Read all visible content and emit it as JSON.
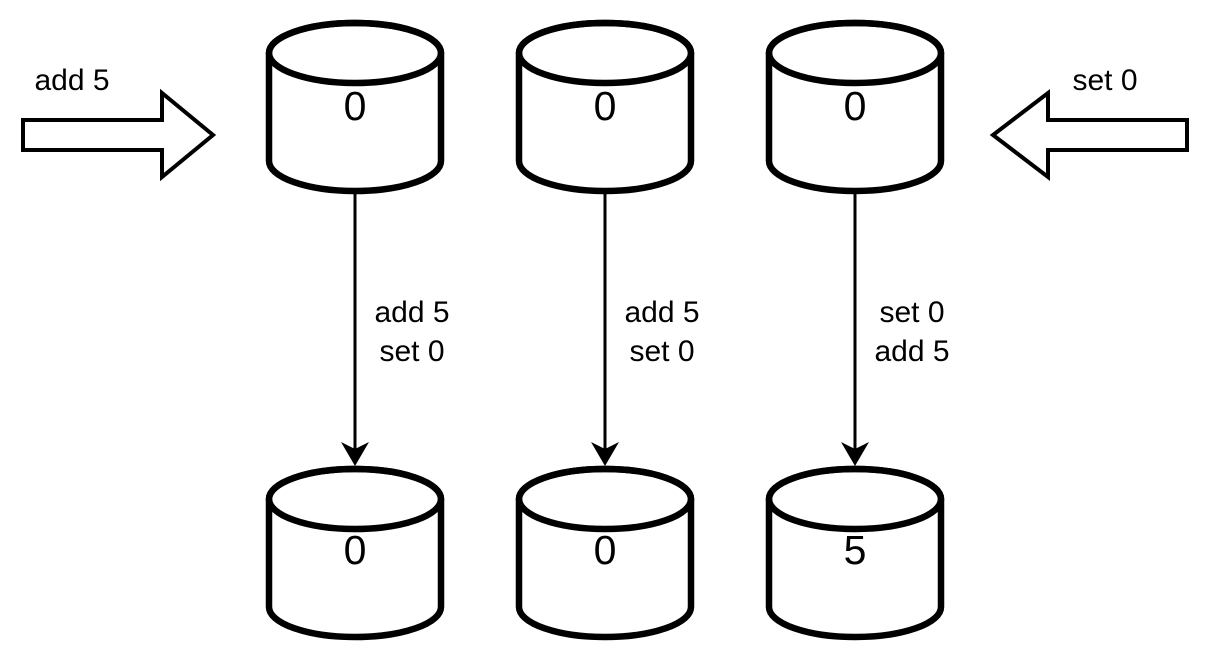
{
  "colors": {
    "background": "#ffffff",
    "stroke": "#000000",
    "text": "#000000",
    "shape_fill": "#ffffff"
  },
  "external_operations": {
    "left": {
      "label": "add 5",
      "arrow_direction": "right"
    },
    "right": {
      "label": "set 0",
      "arrow_direction": "left"
    }
  },
  "replicas": [
    {
      "initial_value": "0",
      "op_line1": "add 5",
      "op_line2": "set 0",
      "final_value": "0"
    },
    {
      "initial_value": "0",
      "op_line1": "add 5",
      "op_line2": "set 0",
      "final_value": "0"
    },
    {
      "initial_value": "0",
      "op_line1": "set 0",
      "op_line2": "add 5",
      "final_value": "5"
    }
  ]
}
